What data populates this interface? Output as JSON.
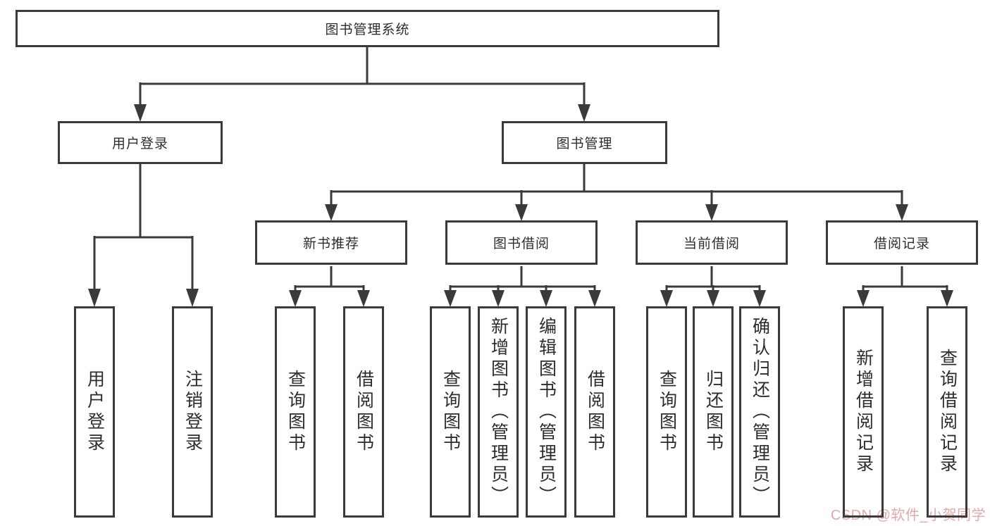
{
  "diagram_type": "hierarchy-tree",
  "colors": {
    "line": "#3a3a3a",
    "box_border": "#3a3a3a",
    "box_fill": "#ffffff",
    "text": "#2d2d2d",
    "watermark": "#e2a9a9"
  },
  "tree": {
    "label": "图书管理系统",
    "children": [
      {
        "label": "用户登录",
        "children": [
          {
            "label": "用户登录"
          },
          {
            "label": "注销登录"
          }
        ]
      },
      {
        "label": "图书管理",
        "children": [
          {
            "label": "新书推荐",
            "children": [
              {
                "label": "查询图书"
              },
              {
                "label": "借阅图书"
              }
            ]
          },
          {
            "label": "图书借阅",
            "children": [
              {
                "label": "查询图书"
              },
              {
                "label": "新增图书（管理员）"
              },
              {
                "label": "编辑图书（管理员）"
              },
              {
                "label": "借阅图书"
              }
            ]
          },
          {
            "label": "当前借阅",
            "children": [
              {
                "label": "查询图书"
              },
              {
                "label": "归还图书"
              },
              {
                "label": "确认归还（管理员）"
              }
            ]
          },
          {
            "label": "借阅记录",
            "children": [
              {
                "label": "新增借阅记录"
              },
              {
                "label": "查询借阅记录"
              }
            ]
          }
        ]
      }
    ]
  },
  "watermark": {
    "text": "CSDN @软件_小贺同学"
  }
}
